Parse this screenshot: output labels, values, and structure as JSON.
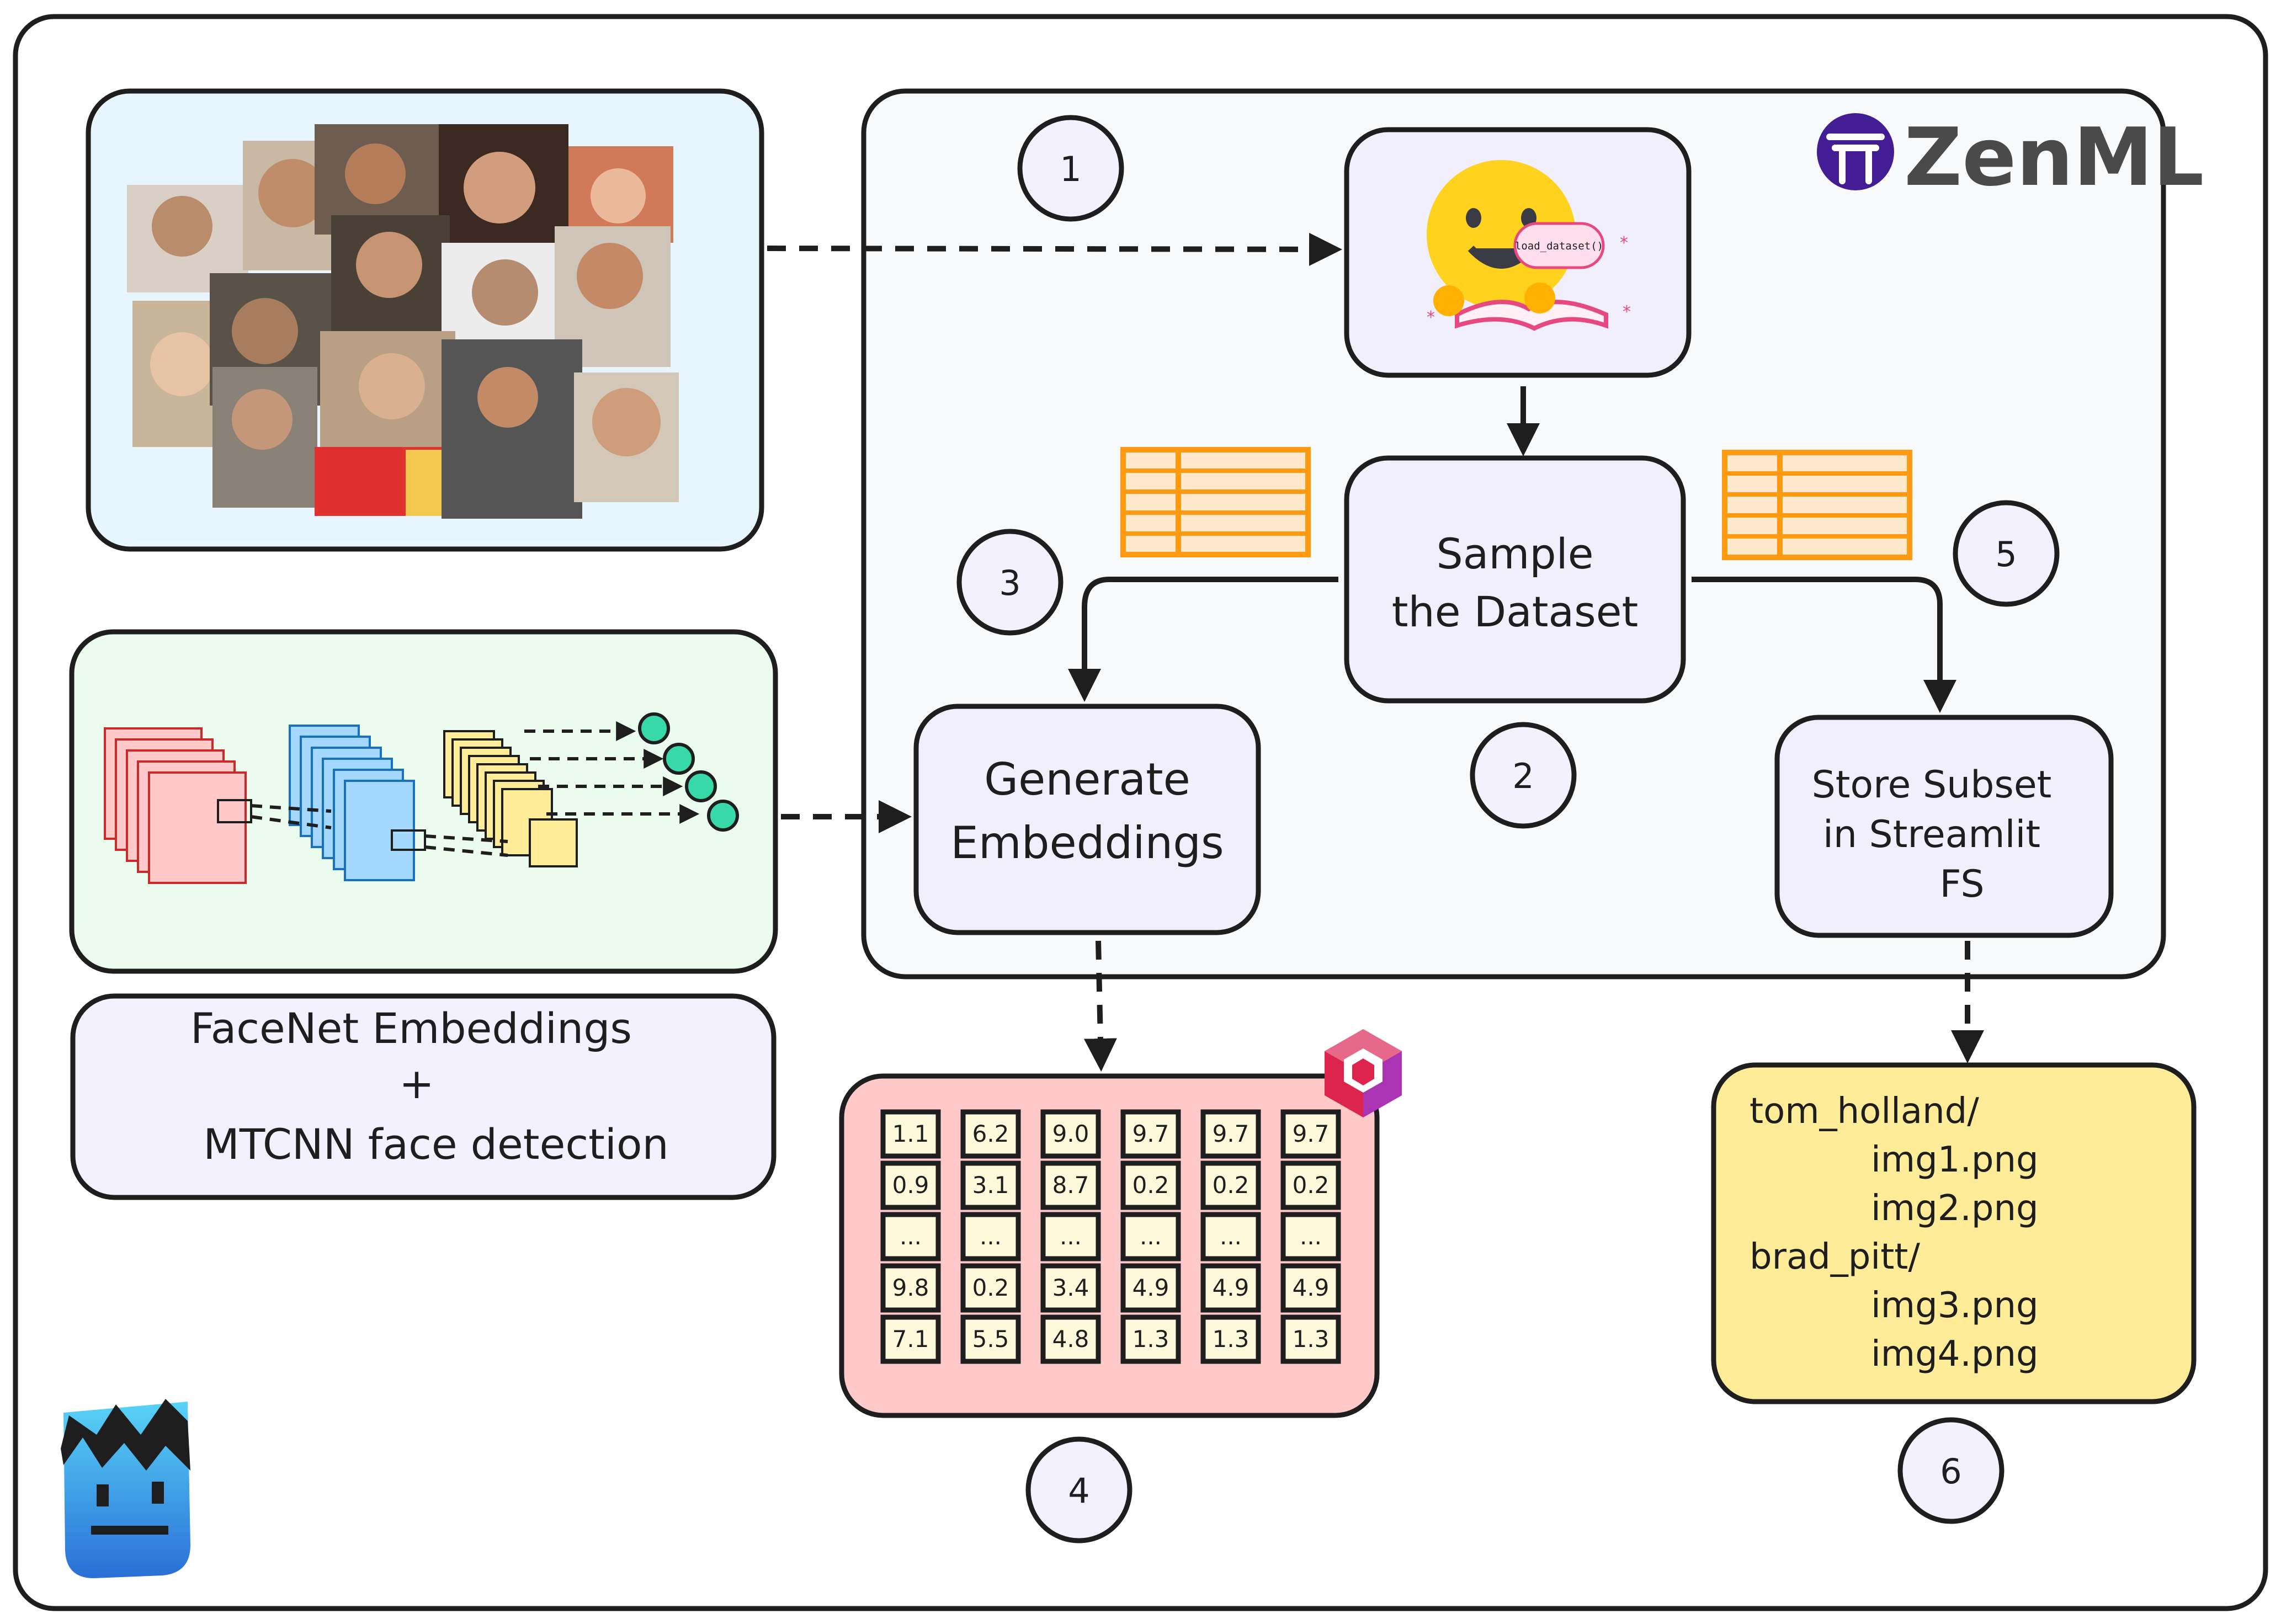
{
  "brand": {
    "name": "ZenML"
  },
  "steps": {
    "s1": "1",
    "s2": "2",
    "s3": "3",
    "s4": "4",
    "s5": "5",
    "s6": "6"
  },
  "hf_card": {
    "bubble_text": "load_dataset()"
  },
  "sample_box": {
    "line1": "Sample",
    "line2": "the Dataset"
  },
  "generate_box": {
    "line1": "Generate",
    "line2": "Embeddings"
  },
  "store_box": {
    "line1": "Store Subset",
    "line2": "in Streamlit",
    "line3": "FS"
  },
  "facenet_box": {
    "line1": "FaceNet Embeddings",
    "line2": "+",
    "line3": "MTCNN face detection"
  },
  "vector_store": {
    "columns": [
      [
        "1.1",
        "0.9",
        "...",
        "9.8",
        "7.1"
      ],
      [
        "6.2",
        "3.1",
        "...",
        "0.2",
        "5.5"
      ],
      [
        "9.0",
        "8.7",
        "...",
        "3.4",
        "4.8"
      ],
      [
        "9.7",
        "0.2",
        "...",
        "4.9",
        "1.3"
      ],
      [
        "9.7",
        "0.2",
        "...",
        "4.9",
        "1.3"
      ],
      [
        "9.7",
        "0.2",
        "...",
        "4.9",
        "1.3"
      ]
    ]
  },
  "file_tree": {
    "lines": [
      {
        "text": "tom_holland/",
        "indent": 0
      },
      {
        "text": "img1.png",
        "indent": 1
      },
      {
        "text": "img2.png",
        "indent": 1
      },
      {
        "text": "brad_pitt/",
        "indent": 0
      },
      {
        "text": "img3.png",
        "indent": 1
      },
      {
        "text": "img4.png",
        "indent": 1
      }
    ]
  },
  "colors": {
    "ink": "#1e1e1e",
    "faces_bg": "#e7f5ff",
    "pipeline_bg": "#f8f9fa",
    "step_box_bg": "#f1effc",
    "cnn_bg": "#ebfbee",
    "facenet_bg": "#f3f0ff",
    "vector_bg": "#ffc9c9",
    "files_bg": "#ffec99",
    "table_orange": "#fd9a11",
    "zenml_purple": "#431d93",
    "cnn_pink": "#ffc9c9",
    "cnn_blue": "#a5d8ff",
    "cnn_yellow": "#ffec99",
    "cnn_node": "#38d9a9"
  }
}
